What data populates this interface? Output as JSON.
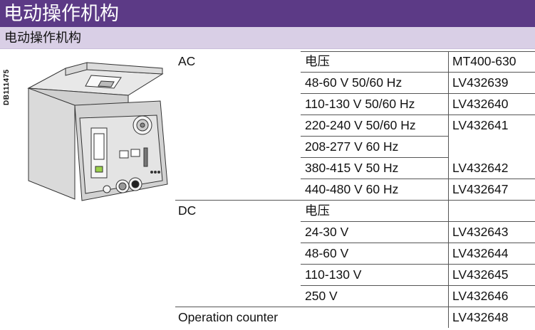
{
  "header": {
    "title": "电动操作机构",
    "subtitle": "电动操作机构"
  },
  "figure": {
    "code": "DB111475"
  },
  "table": {
    "rows": [
      {
        "type": "AC",
        "voltage": "电压",
        "ref": "MT400-630"
      },
      {
        "type": "",
        "voltage": "48-60 V 50/60 Hz",
        "ref": "LV432639"
      },
      {
        "type": "",
        "voltage": "110-130 V 50/60 Hz",
        "ref": "LV432640"
      },
      {
        "type": "",
        "voltage": "220-240 V 50/60 Hz",
        "ref": "LV432641"
      },
      {
        "type": "",
        "voltage": "208-277 V 60 Hz",
        "ref": ""
      },
      {
        "type": "",
        "voltage": "380-415 V 50 Hz",
        "ref": "LV432642"
      },
      {
        "type": "",
        "voltage": "440-480 V 60 Hz",
        "ref": "LV432647"
      },
      {
        "type": "DC",
        "voltage": "电压",
        "ref": ""
      },
      {
        "type": "",
        "voltage": "24-30 V",
        "ref": "LV432643"
      },
      {
        "type": "",
        "voltage": "48-60 V",
        "ref": "LV432644"
      },
      {
        "type": "",
        "voltage": "110-130 V",
        "ref": "LV432645"
      },
      {
        "type": "",
        "voltage": "250 V",
        "ref": "LV432646"
      },
      {
        "type": "Operation counter",
        "voltage": "",
        "ref": "LV432648"
      }
    ]
  }
}
